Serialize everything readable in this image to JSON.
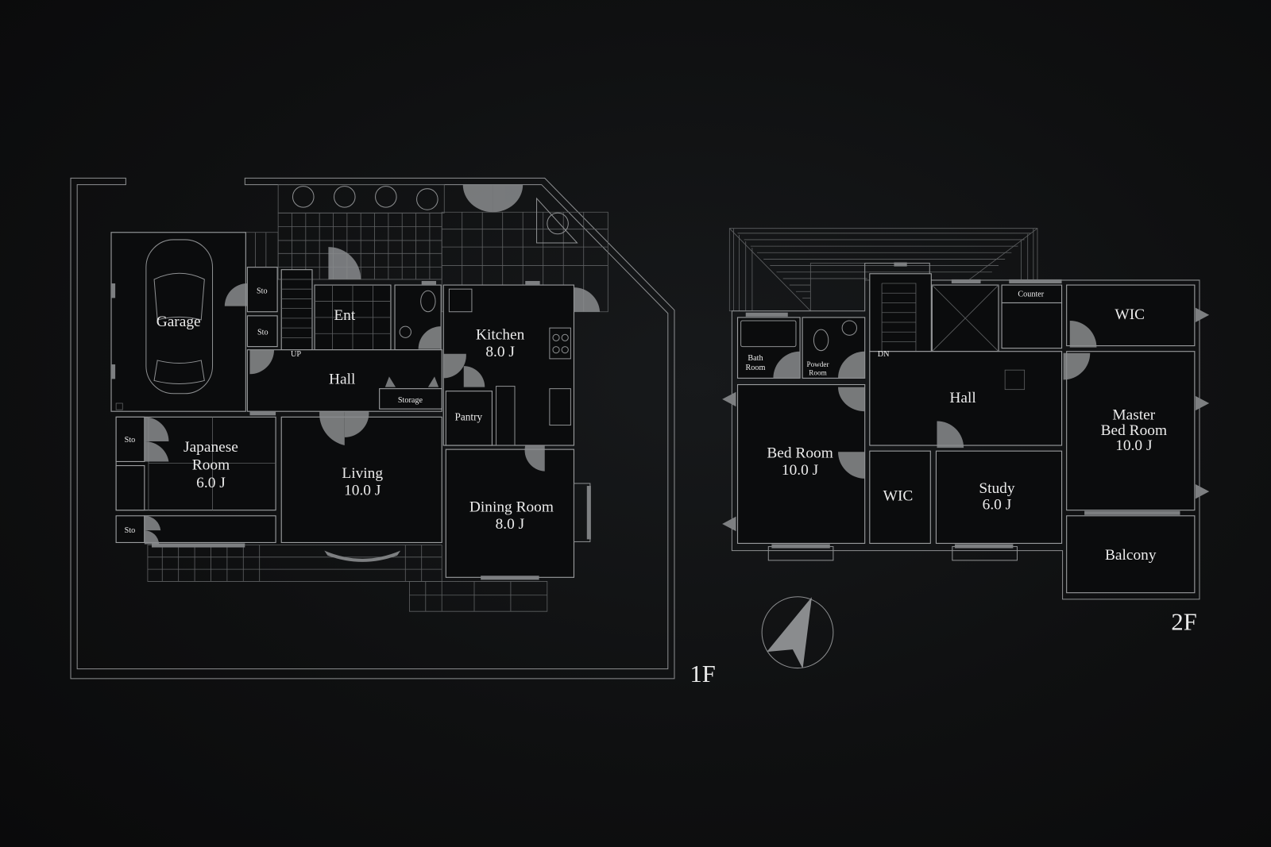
{
  "floor1": {
    "label": "1F",
    "garage": "Garage",
    "sto1": "Sto",
    "sto2": "Sto",
    "sto3": "Sto",
    "sto4": "Sto",
    "ent": "Ent",
    "hall": "Hall",
    "up": "UP",
    "storage": "Storage",
    "kitchen": [
      "Kitchen",
      "8.0 J"
    ],
    "pantry": "Pantry",
    "japanese": [
      "Japanese",
      "Room",
      "6.0 J"
    ],
    "living": [
      "Living",
      "10.0 J"
    ],
    "dining": [
      "Dining Room",
      "8.0 J"
    ]
  },
  "floor2": {
    "label": "2F",
    "bath": [
      "Bath",
      "Room"
    ],
    "powder": [
      "Powder",
      "Room"
    ],
    "dn": "DN",
    "hall": "Hall",
    "counter": "Counter",
    "wic_master": "WIC",
    "master": [
      "Master",
      "Bed Room",
      "10.0 J"
    ],
    "bedroom": [
      "Bed Room",
      "10.0 J"
    ],
    "wic": "WIC",
    "study": [
      "Study",
      "6.0 J"
    ],
    "balcony": "Balcony"
  },
  "compass": {
    "icon": "north-arrow-icon"
  }
}
